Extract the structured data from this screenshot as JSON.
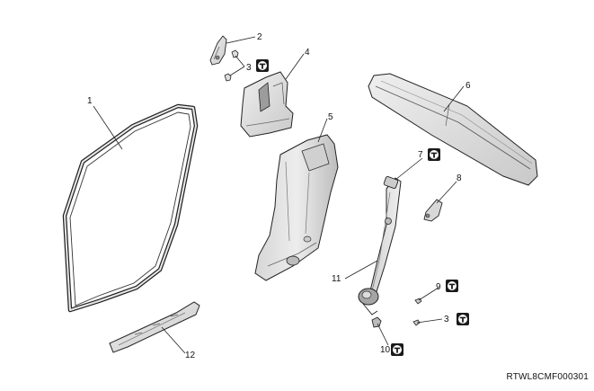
{
  "callouts": {
    "n1": "1",
    "n2": "2",
    "n3a": "3",
    "n3b": "3",
    "n4": "4",
    "n5": "5",
    "n6": "6",
    "n7": "7",
    "n8": "8",
    "n9": "9",
    "n10": "10",
    "n11": "11",
    "n12": "12"
  },
  "torque_badge_icon": "torque-wrench-icon",
  "reference_code": "RTWL8CMF000301",
  "colors": {
    "line": "#222222",
    "part_fill": "#e4e4e4",
    "part_shade": "#b5b5b5",
    "badge": "#1a1a1a"
  }
}
